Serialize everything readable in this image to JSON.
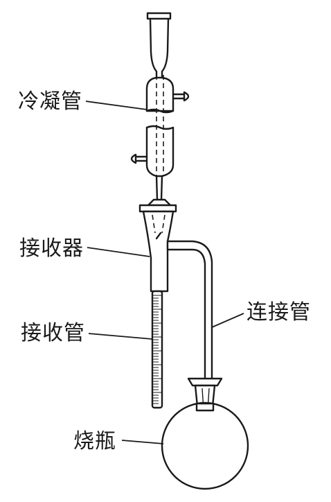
{
  "labels": {
    "condenser": "冷凝管",
    "receiver": "接收器",
    "receiving_tube": "接收管",
    "connecting_tube": "连接管",
    "flask": "烧瓶"
  }
}
